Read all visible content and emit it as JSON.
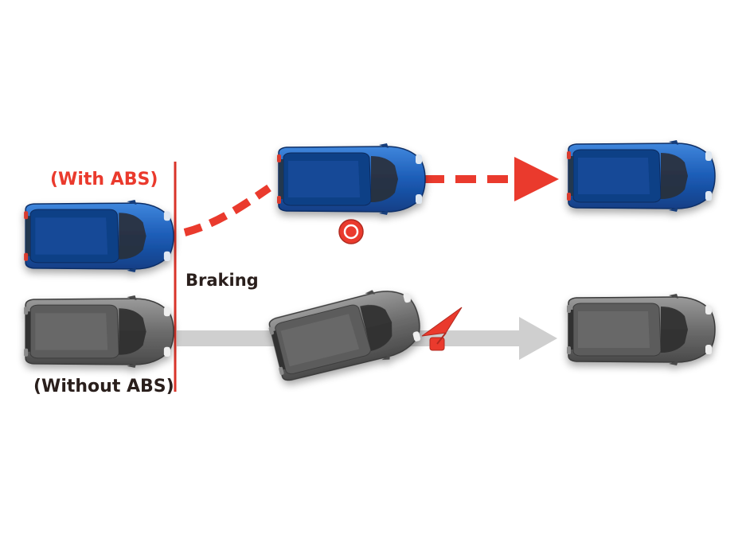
{
  "labels": {
    "with_abs": "(With ABS)",
    "braking": "Braking",
    "without_abs": "(Without ABS)"
  },
  "colors": {
    "abs_red": "#ea3a2d",
    "braking_line": "#d9342a",
    "grey_path": "#cfcfcf",
    "car_blue": "#1f5fb8",
    "car_grey": "#6f6f6f",
    "text_dark": "#2a1f1c"
  },
  "icons": {
    "ok_marker": "circle-target-icon",
    "warning_marker": "red-flag-icon"
  }
}
